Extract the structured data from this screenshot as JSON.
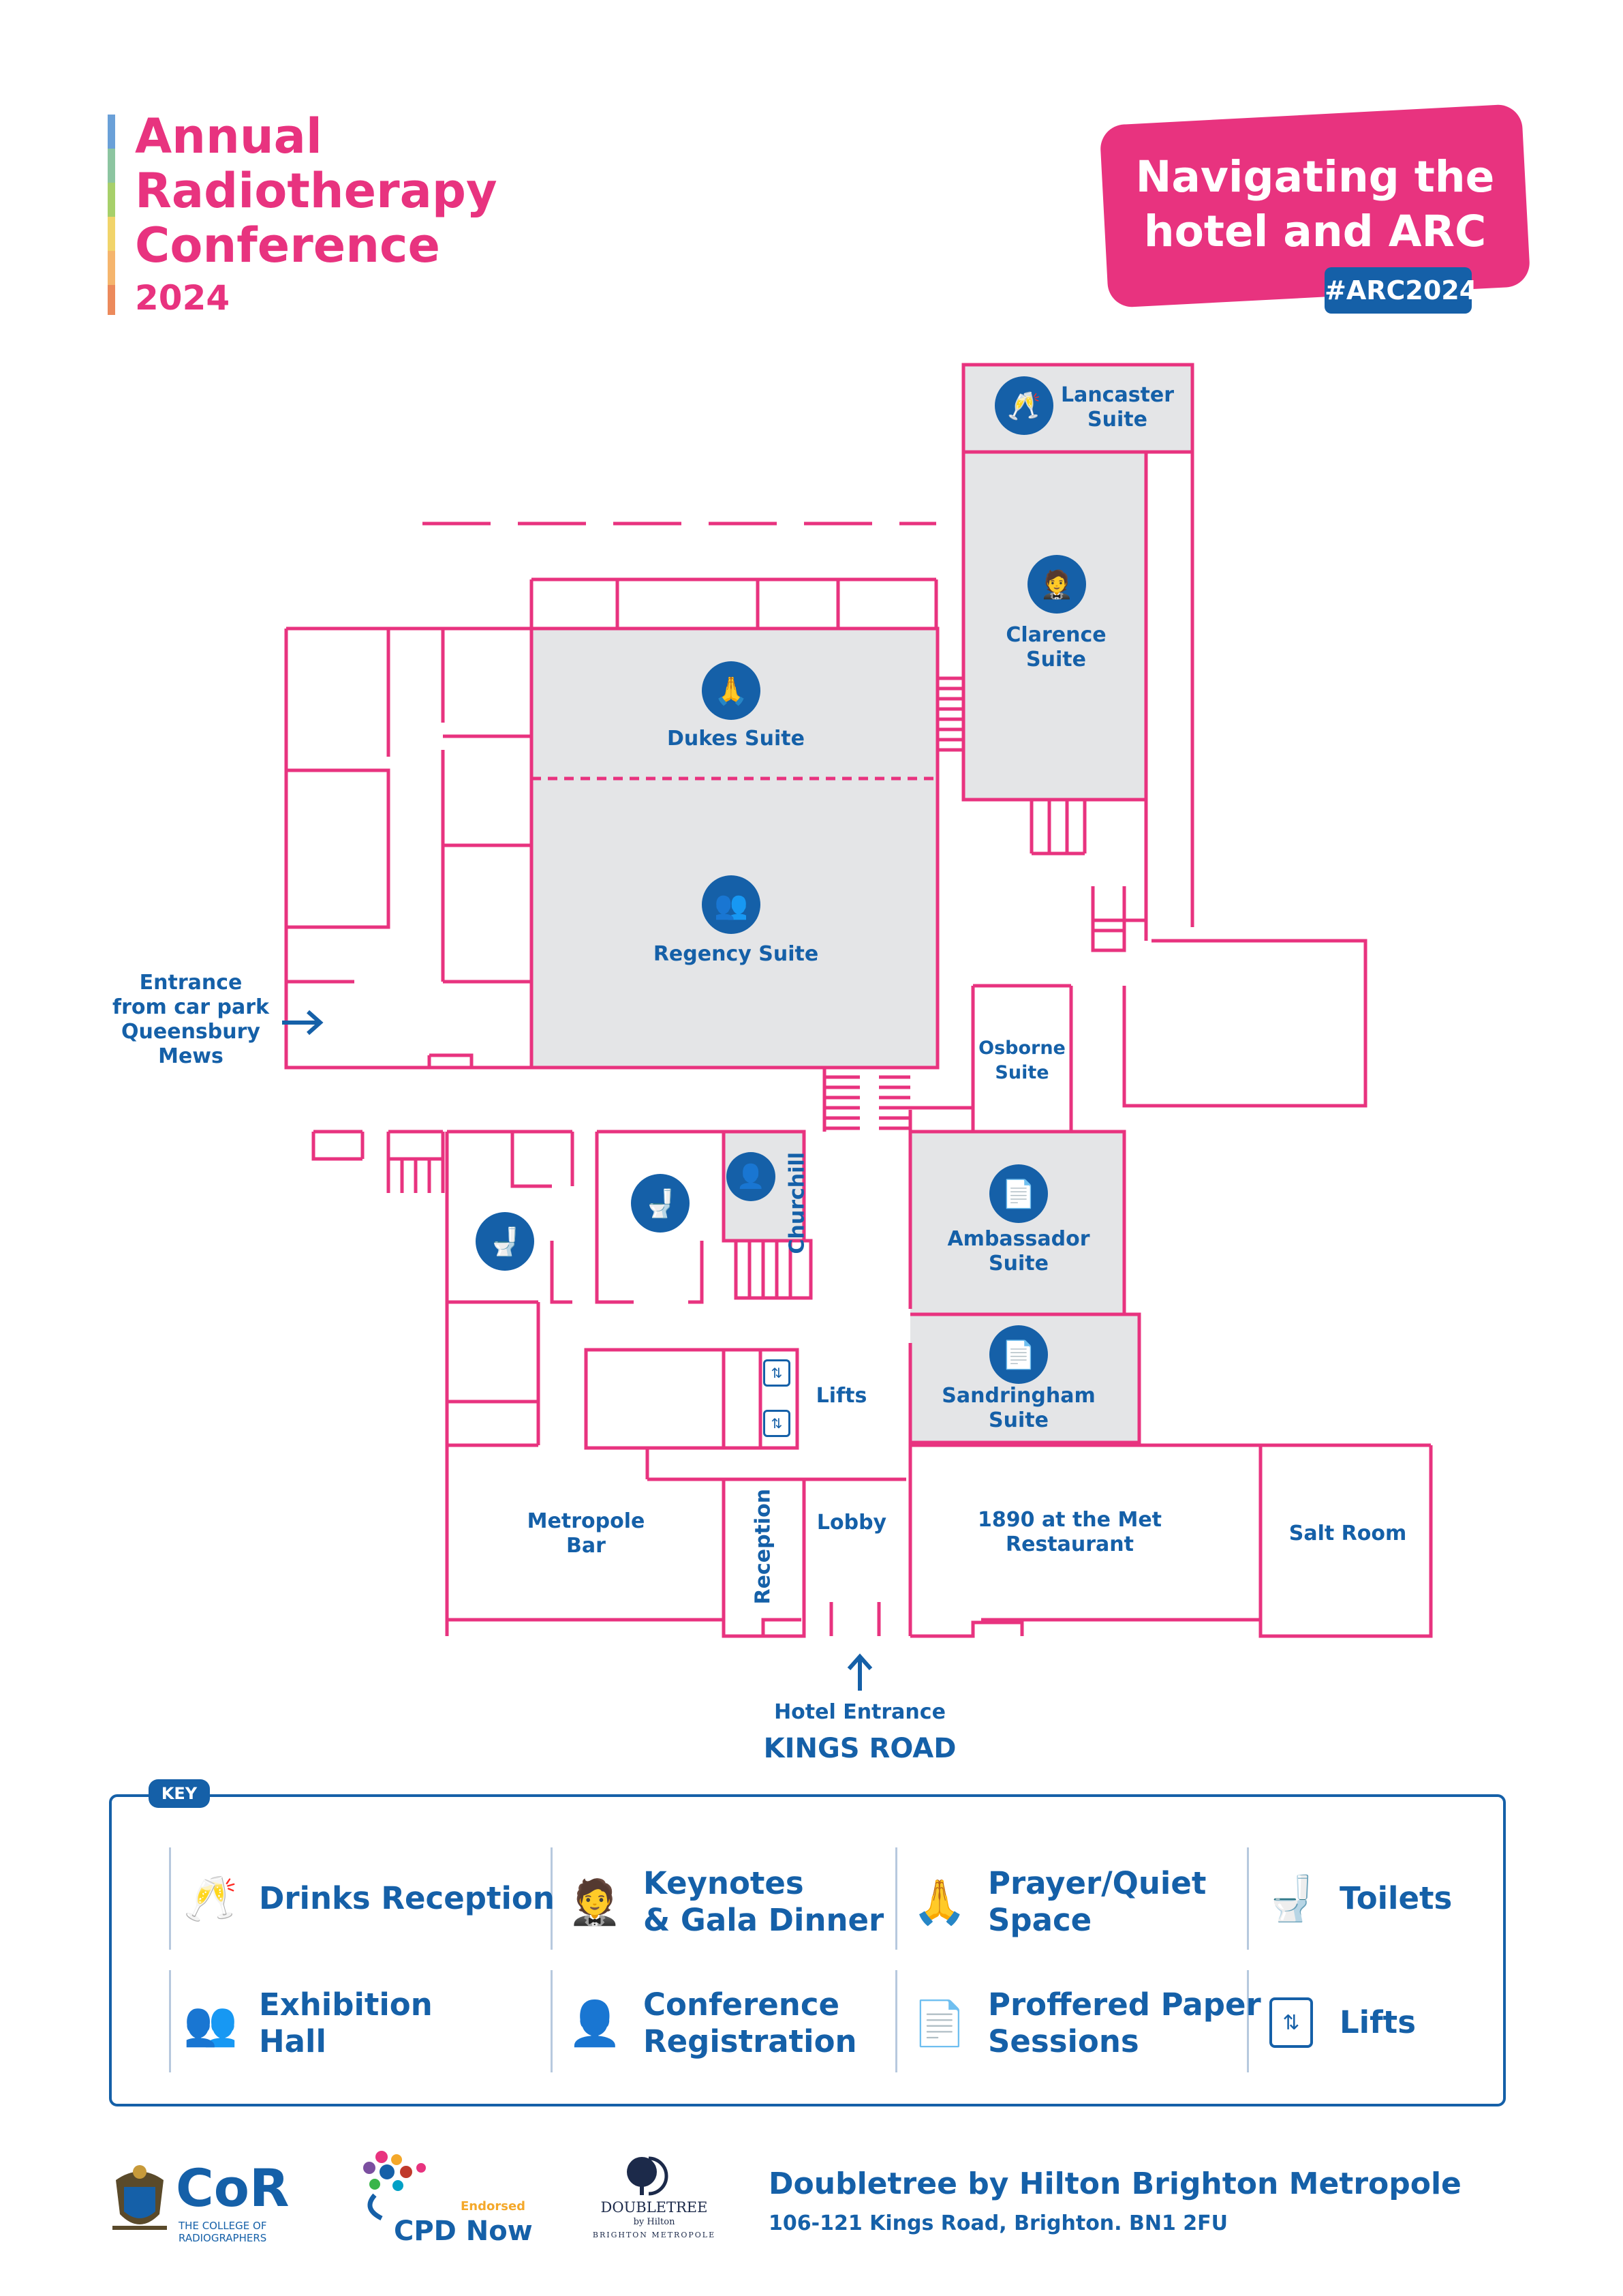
{
  "header": {
    "title_lines": [
      "Annual",
      "Radiotherapy",
      "Conference"
    ],
    "year": "2024",
    "banner_lines": [
      "Navigating the",
      "hotel and ARC"
    ],
    "hashtag": "#ARC2024"
  },
  "rooms": {
    "lancaster": "Lancaster\nSuite",
    "clarence": "Clarence\nSuite",
    "dukes": "Dukes Suite",
    "regency": "Regency Suite",
    "osborne": "Osborne\nSuite",
    "ambassador": "Ambassador\nSuite",
    "sandringham": "Sandringham\nSuite",
    "churchill": "Churchill",
    "lifts": "Lifts",
    "lobby": "Lobby",
    "reception": "Reception",
    "metropole_bar": "Metropole\nBar",
    "restaurant": "1890 at the Met\nRestaurant",
    "salt_room": "Salt Room"
  },
  "entrances": {
    "car_park": "Entrance\nfrom car park\nQueensbury\nMews",
    "hotel_entrance": "Hotel Entrance",
    "road": "KINGS ROAD"
  },
  "key": {
    "tag": "KEY",
    "items": [
      {
        "label": "Drinks Reception",
        "icon": "drinks-reception-icon"
      },
      {
        "label": "Keynotes\n& Gala Dinner",
        "icon": "keynotes-gala-dinner-icon"
      },
      {
        "label": "Prayer/Quiet\nSpace",
        "icon": "prayer-quiet-space-icon"
      },
      {
        "label": "Toilets",
        "icon": "toilet-icon"
      },
      {
        "label": "Exhibition\nHall",
        "icon": "exhibition-hall-icon"
      },
      {
        "label": "Conference\nRegistration",
        "icon": "conference-registration-icon"
      },
      {
        "label": "Proffered Paper\nSessions",
        "icon": "proffered-paper-icon"
      },
      {
        "label": "Lifts",
        "icon": "lift-icon"
      }
    ]
  },
  "footer": {
    "cor_logo": "CoR",
    "cor_sub": "THE COLLEGE OF\nRADIOGRAPHERS",
    "cpd_endorsed": "Endorsed",
    "cpd_name": "CPD Now",
    "doubletree_name": "DOUBLETREE",
    "doubletree_by": "by Hilton",
    "doubletree_sub": "BRIGHTON METROPOLE",
    "venue_name": "Doubletree by Hilton Brighton Metropole",
    "venue_address": "106-121 Kings Road, Brighton. BN1 2FU"
  },
  "colors": {
    "pink": "#e8337f",
    "blue": "#1560a8",
    "room_fill": "#e4e5e7"
  }
}
